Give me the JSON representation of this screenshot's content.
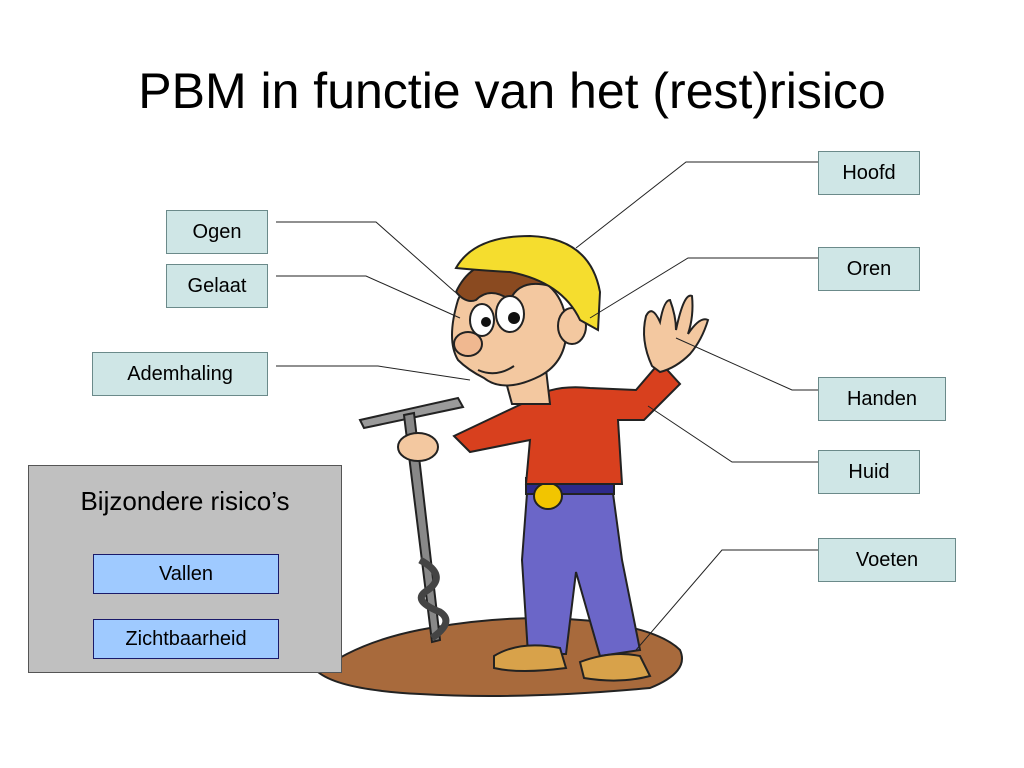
{
  "title": "PBM in functie van het (rest)risico",
  "labels": {
    "hoofd": "Hoofd",
    "ogen": "Ogen",
    "gelaat": "Gelaat",
    "oren": "Oren",
    "ademhaling": "Ademhaling",
    "handen": "Handen",
    "huid": "Huid",
    "voeten": "Voeten"
  },
  "special_risks": {
    "title": "Bijzondere risico’s",
    "items": [
      "Vallen",
      "Zichtbaarheid"
    ]
  },
  "colors": {
    "label_fill": "#cfe6e6",
    "risk_panel": "#c0c0c0",
    "risk_button": "#9fcaff",
    "helmet": "#f5dd2e",
    "shirt": "#d8401e",
    "trousers": "#6b66c8",
    "soil": "#a86a3c"
  }
}
